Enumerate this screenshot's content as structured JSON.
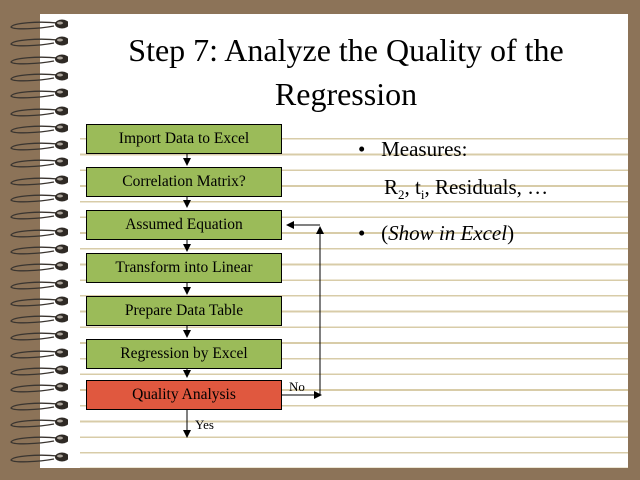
{
  "title": "Step 7: Analyze the Quality of the Regression",
  "flowchart": {
    "steps": [
      "Import Data to Excel",
      "Correlation Matrix?",
      "Assumed Equation",
      "Transform into Linear",
      "Prepare Data Table",
      "Regression by Excel",
      "Quality Analysis"
    ],
    "no_label": "No",
    "yes_label": "Yes",
    "colors": {
      "step": "#9bbb59",
      "decision": "#e0583f"
    }
  },
  "bullets": {
    "b1": "Measures:",
    "b1_sub_r": "R",
    "b1_sub_r_sub": "2",
    "b1_sub_t": ", t",
    "b1_sub_t_sub": "i",
    "b1_sub_rest": ", Residuals, …",
    "b2_open": "(",
    "b2_italic": "Show in Excel",
    "b2_close": ")"
  }
}
